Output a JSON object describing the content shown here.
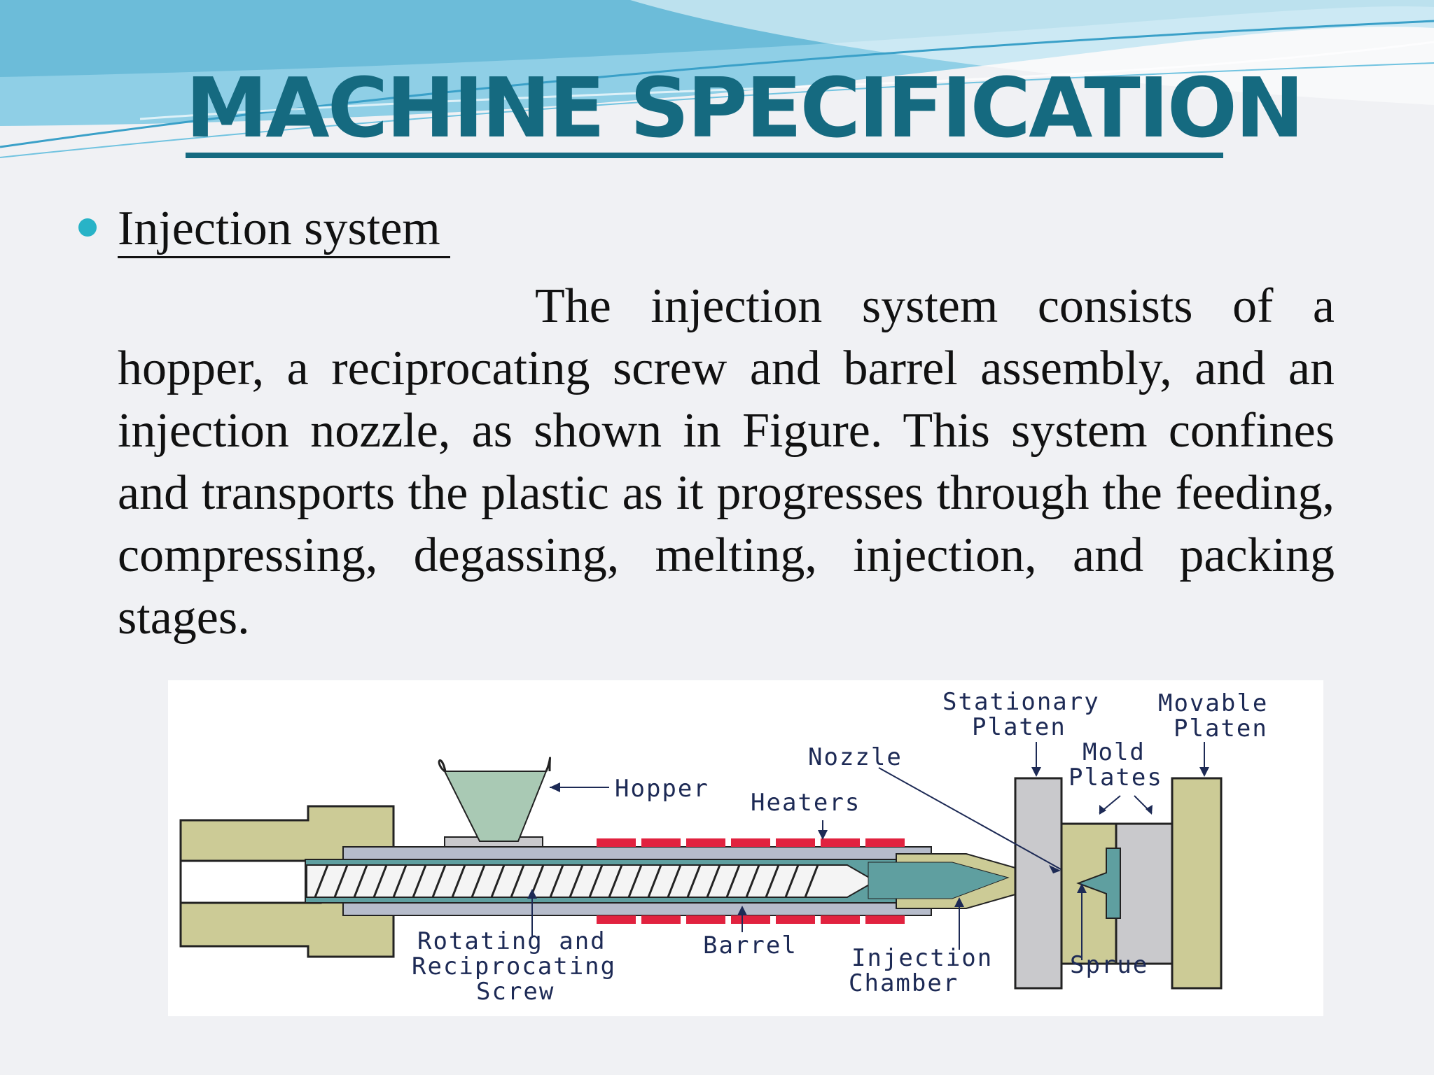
{
  "slide": {
    "title": "MACHINE SPECIFICATION",
    "subheading": "Injection system",
    "paragraph": "The injection system consists of a hopper, a reciprocating screw and barrel assembly, and an injection nozzle, as shown in Figure. This system confines and transports the plastic as it progresses through the feeding, compressing, degassing, melting, injection, and packing stages.",
    "accent_color": "#156a80",
    "bullet_color": "#28b3c7"
  },
  "figure": {
    "labels": {
      "hopper": "Hopper",
      "heaters": "Heaters",
      "nozzle": "Nozzle",
      "stationary_platen_1": "Stationary",
      "stationary_platen_2": "Platen",
      "movable_platen_1": "Movable",
      "movable_platen_2": "Platen",
      "mold_plates_1": "Mold",
      "mold_plates_2": "Plates",
      "screw_1": "Rotating and",
      "screw_2": "Reciprocating",
      "screw_3": "Screw",
      "barrel": "Barrel",
      "chamber_1": "Injection",
      "chamber_2": "Chamber",
      "sprue": "Sprue"
    },
    "colors": {
      "machine_body": "#cccb96",
      "barrel": "#b6bccb",
      "melt": "#5f9fa0",
      "heater": "#e1223f",
      "platen_stationary": "#c9c9cc",
      "label": "#1d2a55"
    }
  }
}
